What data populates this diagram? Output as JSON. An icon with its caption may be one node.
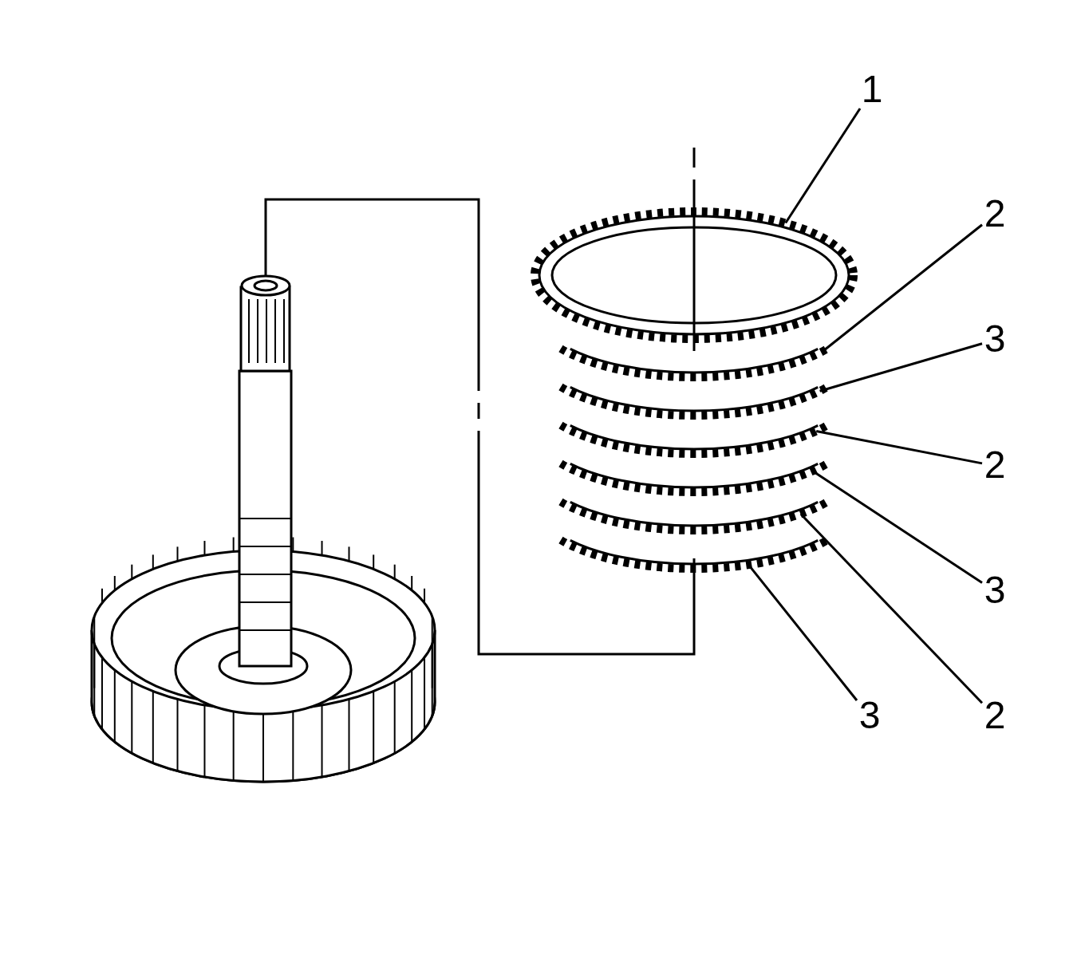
{
  "diagram": {
    "nodes": [
      {
        "text": [
          "1"
        ]
      },
      {
        "text": [
          "2"
        ]
      },
      {
        "text": [
          "3"
        ]
      },
      {
        "text": [
          "2"
        ]
      },
      {
        "text": [
          "3"
        ]
      },
      {
        "text": [
          "3"
        ]
      },
      {
        "text": [
          "2"
        ]
      },
      {
        "text": [],
        "shape": "ring"
      },
      {
        "text": [],
        "shape": "ring"
      },
      {
        "text": [],
        "shape": "ring"
      },
      {
        "text": [],
        "shape": "ring"
      },
      {
        "text": [],
        "shape": "ring"
      },
      {
        "text": [],
        "shape": "ring"
      },
      {
        "text": [],
        "shape": "ring"
      }
    ],
    "edges": [
      {
        "from": 0,
        "to": 7,
        "arrow": "none"
      },
      {
        "from": 1,
        "to": 8,
        "arrow": "none"
      },
      {
        "from": 2,
        "to": 9,
        "arrow": "none"
      },
      {
        "from": 3,
        "to": 10,
        "arrow": "none"
      },
      {
        "from": 4,
        "to": 11,
        "arrow": "none"
      },
      {
        "from": 6,
        "to": 12,
        "arrow": "none"
      },
      {
        "from": 5,
        "to": 13,
        "arrow": "none"
      }
    ]
  }
}
